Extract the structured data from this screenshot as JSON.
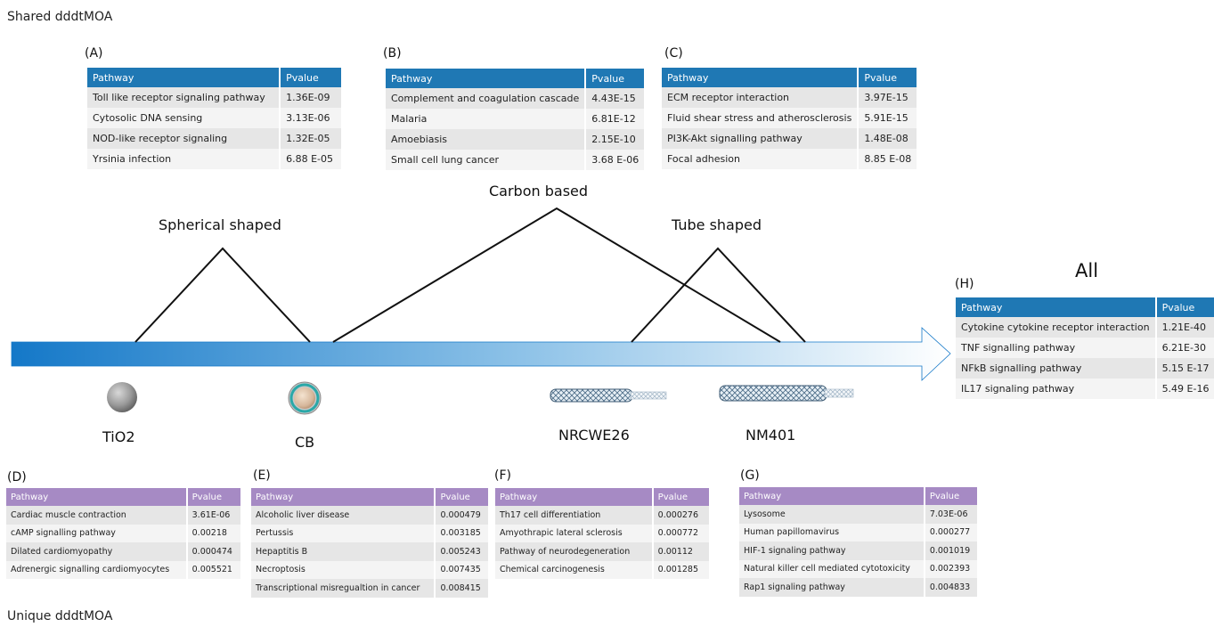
{
  "sections": {
    "shared": "Shared dddtMOA",
    "unique": "Unique dddtMOA"
  },
  "groups": {
    "spherical": "Spherical shaped",
    "carbon": "Carbon based",
    "tube": "Tube shaped",
    "all": "All"
  },
  "particles": [
    "TiO2",
    "CB",
    "NRCWE26",
    "NM401"
  ],
  "header": {
    "pathway": "Pathway",
    "pvalue": "Pvalue"
  },
  "tables": [
    {
      "label": "(A)",
      "rows": [
        [
          "Toll like receptor signaling pathway",
          "1.36E-09"
        ],
        [
          "Cytosolic DNA sensing",
          "3.13E-06"
        ],
        [
          "NOD-like receptor signaling",
          "1.32E-05"
        ],
        [
          "Yrsinia infection",
          "6.88 E-05"
        ]
      ]
    },
    {
      "label": "(B)",
      "rows": [
        [
          "Complement and coagulation cascade",
          "4.43E-15"
        ],
        [
          "Malaria",
          "6.81E-12"
        ],
        [
          "Amoebiasis",
          "2.15E-10"
        ],
        [
          "Small cell lung cancer",
          "3.68 E-06"
        ]
      ]
    },
    {
      "label": "(C)",
      "rows": [
        [
          "ECM receptor interaction",
          "3.97E-15"
        ],
        [
          "Fluid shear stress and atherosclerosis",
          "5.91E-15"
        ],
        [
          "PI3K-Akt signalling pathway",
          "1.48E-08"
        ],
        [
          "Focal adhesion",
          "8.85 E-08"
        ]
      ]
    },
    {
      "label": "(D)",
      "rows": [
        [
          "Cardiac muscle contraction",
          "3.61E-06"
        ],
        [
          "cAMP signalling pathway",
          "0.00218"
        ],
        [
          "Dilated cardiomyopathy",
          "0.000474"
        ],
        [
          "Adrenergic signalling cardiomyocytes",
          "0.005521"
        ]
      ]
    },
    {
      "label": "(E)",
      "rows": [
        [
          "Alcoholic liver disease",
          "0.000479"
        ],
        [
          "Pertussis",
          "0.003185"
        ],
        [
          "Hepaptitis B",
          "0.005243"
        ],
        [
          "Necroptosis",
          "0.007435"
        ],
        [
          "Transcriptional misregualtion in cancer",
          "0.008415"
        ]
      ]
    },
    {
      "label": "(F)",
      "rows": [
        [
          "Th17 cell differentiation",
          "0.000276"
        ],
        [
          "Amyothrapic lateral sclerosis",
          "0.000772"
        ],
        [
          "Pathway of neurodegeneration",
          "0.00112"
        ],
        [
          "Chemical carcinogenesis",
          "0.001285"
        ]
      ]
    },
    {
      "label": "(G)",
      "rows": [
        [
          "Lysosome",
          "7.03E-06"
        ],
        [
          "Human papillomavirus",
          "0.000277"
        ],
        [
          "HIF-1 signaling pathway",
          "0.001019"
        ],
        [
          "Natural killer cell mediated cytotoxicity",
          "0.002393"
        ],
        [
          "Rap1 signaling pathway",
          "0.004833"
        ]
      ]
    },
    {
      "label": "(H)",
      "rows": [
        [
          "Cytokine cytokine receptor interaction",
          "1.21E-40"
        ],
        [
          "TNF signalling pathway",
          "6.21E-30"
        ],
        [
          "NFkB signalling pathway",
          "5.15 E-17"
        ],
        [
          "IL17 signaling pathway",
          "5.49 E-16"
        ]
      ]
    }
  ],
  "colors": {
    "shared_header": "#1f78b4",
    "unique_header": "#a68ac4",
    "arrow_start": "#1478c8",
    "arrow_end": "#ffffff"
  },
  "icons": {
    "TiO2": "grey-sphere-icon",
    "CB": "carbon-black-sphere-icon",
    "NRCWE26": "nanotube-icon",
    "NM401": "nanotube-icon"
  }
}
